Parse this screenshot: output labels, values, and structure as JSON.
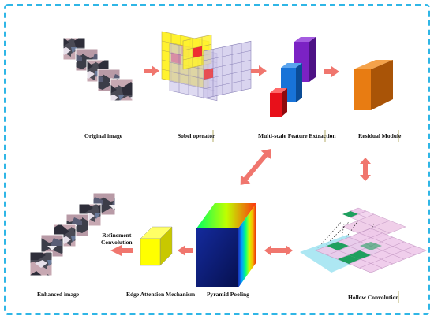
{
  "labels": {
    "original_image": "Original image",
    "sobel_operator": "Sobel operator",
    "multiscale": "Multi-scale Feature Extraction",
    "residual": "Residual Module",
    "hollow": "Hollow Convolution",
    "pyramid": "Pyramid Pooling",
    "edge_attention": "Edge Attention Mechanism",
    "refinement_line1": "Refinement",
    "refinement_line2": "Convolution",
    "enhanced": "Enhanced image"
  },
  "colors": {
    "frame_dash": "#2fb6e6",
    "arrow": "#f0766e",
    "sobel_yellow": "#fff22e",
    "sobel_red": "#ee3030",
    "sobel_purple": "#ccc5ea",
    "bar_red": "#e8101a",
    "bar_blue": "#1873d8",
    "bar_purple": "#7b22c4",
    "residual_orange": "#e87c12",
    "hollow_pink": "#eec9ea",
    "hollow_cyan": "#9fe3f1",
    "hollow_green": "#1ea05e",
    "pyramid_front": "#0b1b82",
    "edge_yellow": "#ffff00"
  }
}
